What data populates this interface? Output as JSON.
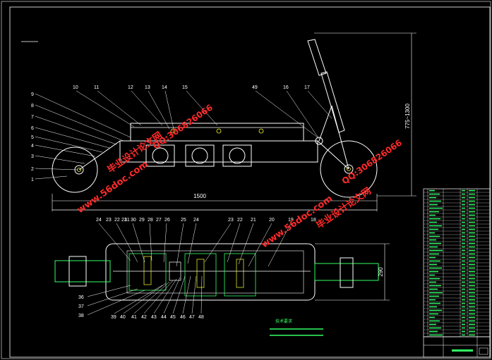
{
  "drawing": {
    "side_view_labels_left": [
      "9",
      "8",
      "7",
      "6",
      "5",
      "4",
      "3",
      "2",
      "1"
    ],
    "side_view_labels_top": [
      "10",
      "11",
      "12",
      "13",
      "14",
      "15",
      "49",
      "16",
      "17"
    ],
    "plan_view_labels_top": [
      "24",
      "23",
      "22",
      "21",
      "31",
      "30",
      "29",
      "28",
      "27",
      "26",
      "25",
      "24",
      "23",
      "22",
      "21",
      "20",
      "19",
      "18"
    ],
    "plan_view_labels_left": [
      "36",
      "37",
      "38"
    ],
    "plan_view_labels_bottom": [
      "39",
      "40",
      "41",
      "42",
      "43",
      "44",
      "45",
      "46",
      "47",
      "48"
    ],
    "dim_length": "1500",
    "dim_height": "775~1300",
    "dim_width": "290"
  },
  "watermarks": {
    "site": "www.56doc.com",
    "qq": "QQ:306826066",
    "brand": "毕业设计论文网"
  },
  "title_block": {
    "tech_title": "技术要求"
  },
  "colors": {
    "background": "#000000",
    "line": "#ffffff",
    "accent_green": "#33ff66",
    "accent_yellow": "#ffff33",
    "watermark": "#ff2a2a",
    "border": "#cccccc"
  }
}
